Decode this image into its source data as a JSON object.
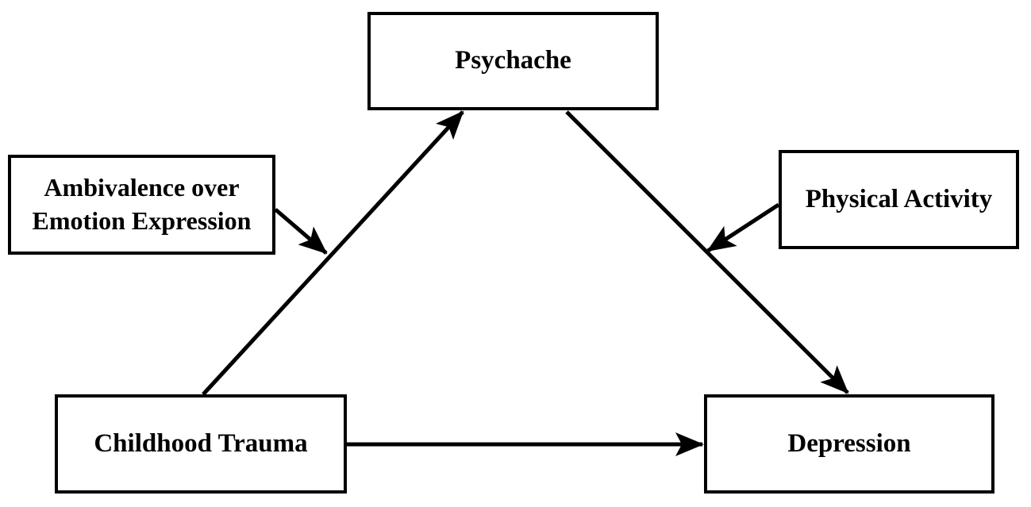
{
  "diagram": {
    "nodes": {
      "psychache": "Psychache",
      "ambivalence_line1": "Ambivalence over",
      "ambivalence_line2": "Emotion Expression",
      "physical_activity": "Physical Activity",
      "childhood_trauma": "Childhood Trauma",
      "depression": "Depression"
    },
    "edges": [
      {
        "from": "Childhood Trauma",
        "to": "Psychache",
        "type": "path"
      },
      {
        "from": "Psychache",
        "to": "Depression",
        "type": "path"
      },
      {
        "from": "Childhood Trauma",
        "to": "Depression",
        "type": "path"
      },
      {
        "from": "Ambivalence over Emotion Expression",
        "to": "Childhood Trauma → Psychache",
        "type": "moderation"
      },
      {
        "from": "Physical Activity",
        "to": "Psychache → Depression",
        "type": "moderation"
      }
    ],
    "colors": {
      "stroke": "#000000",
      "background": "#ffffff"
    }
  }
}
